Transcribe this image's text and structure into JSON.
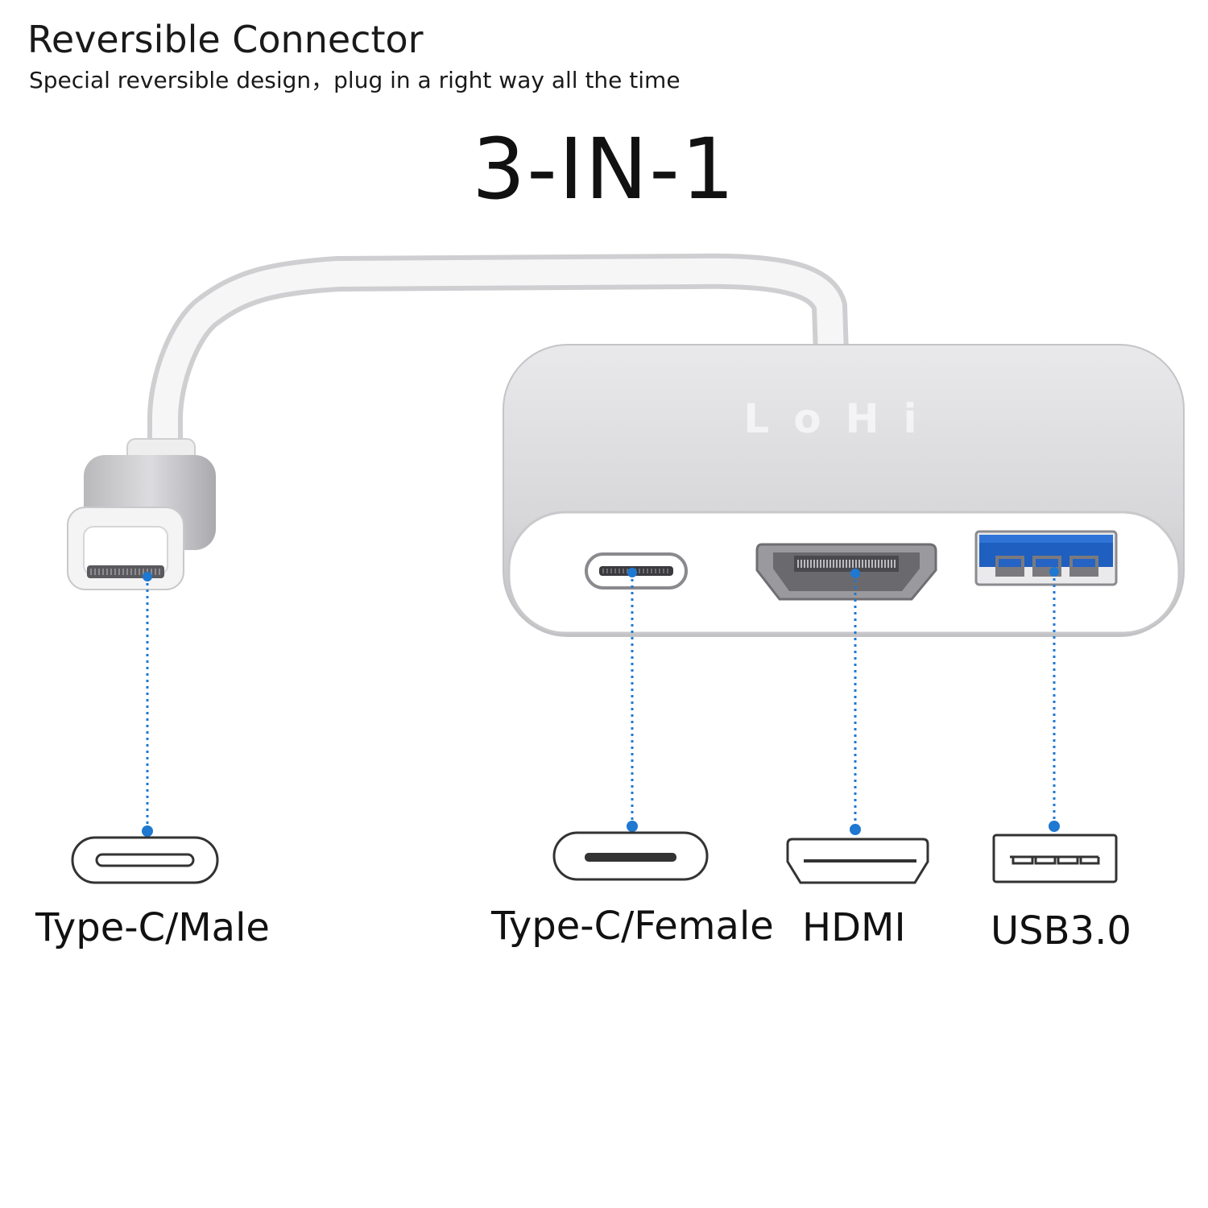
{
  "header": {
    "title": "Reversible Connector",
    "subtitle": "Special reversible design，plug in a right way all the time",
    "hero": "3-IN-1"
  },
  "product": {
    "brand_logo": "LoHi"
  },
  "ports": [
    {
      "label": "Type-C/Male",
      "icon": "type-c-male-icon"
    },
    {
      "label": "Type-C/Female",
      "icon": "type-c-female-icon"
    },
    {
      "label": "HDMI",
      "icon": "hdmi-icon"
    },
    {
      "label": "USB3.0",
      "icon": "usb3-icon"
    }
  ],
  "colors": {
    "accent": "#1f78d1",
    "usb_insert": "#1e5fbf",
    "body_silver": "#d9d9db"
  }
}
